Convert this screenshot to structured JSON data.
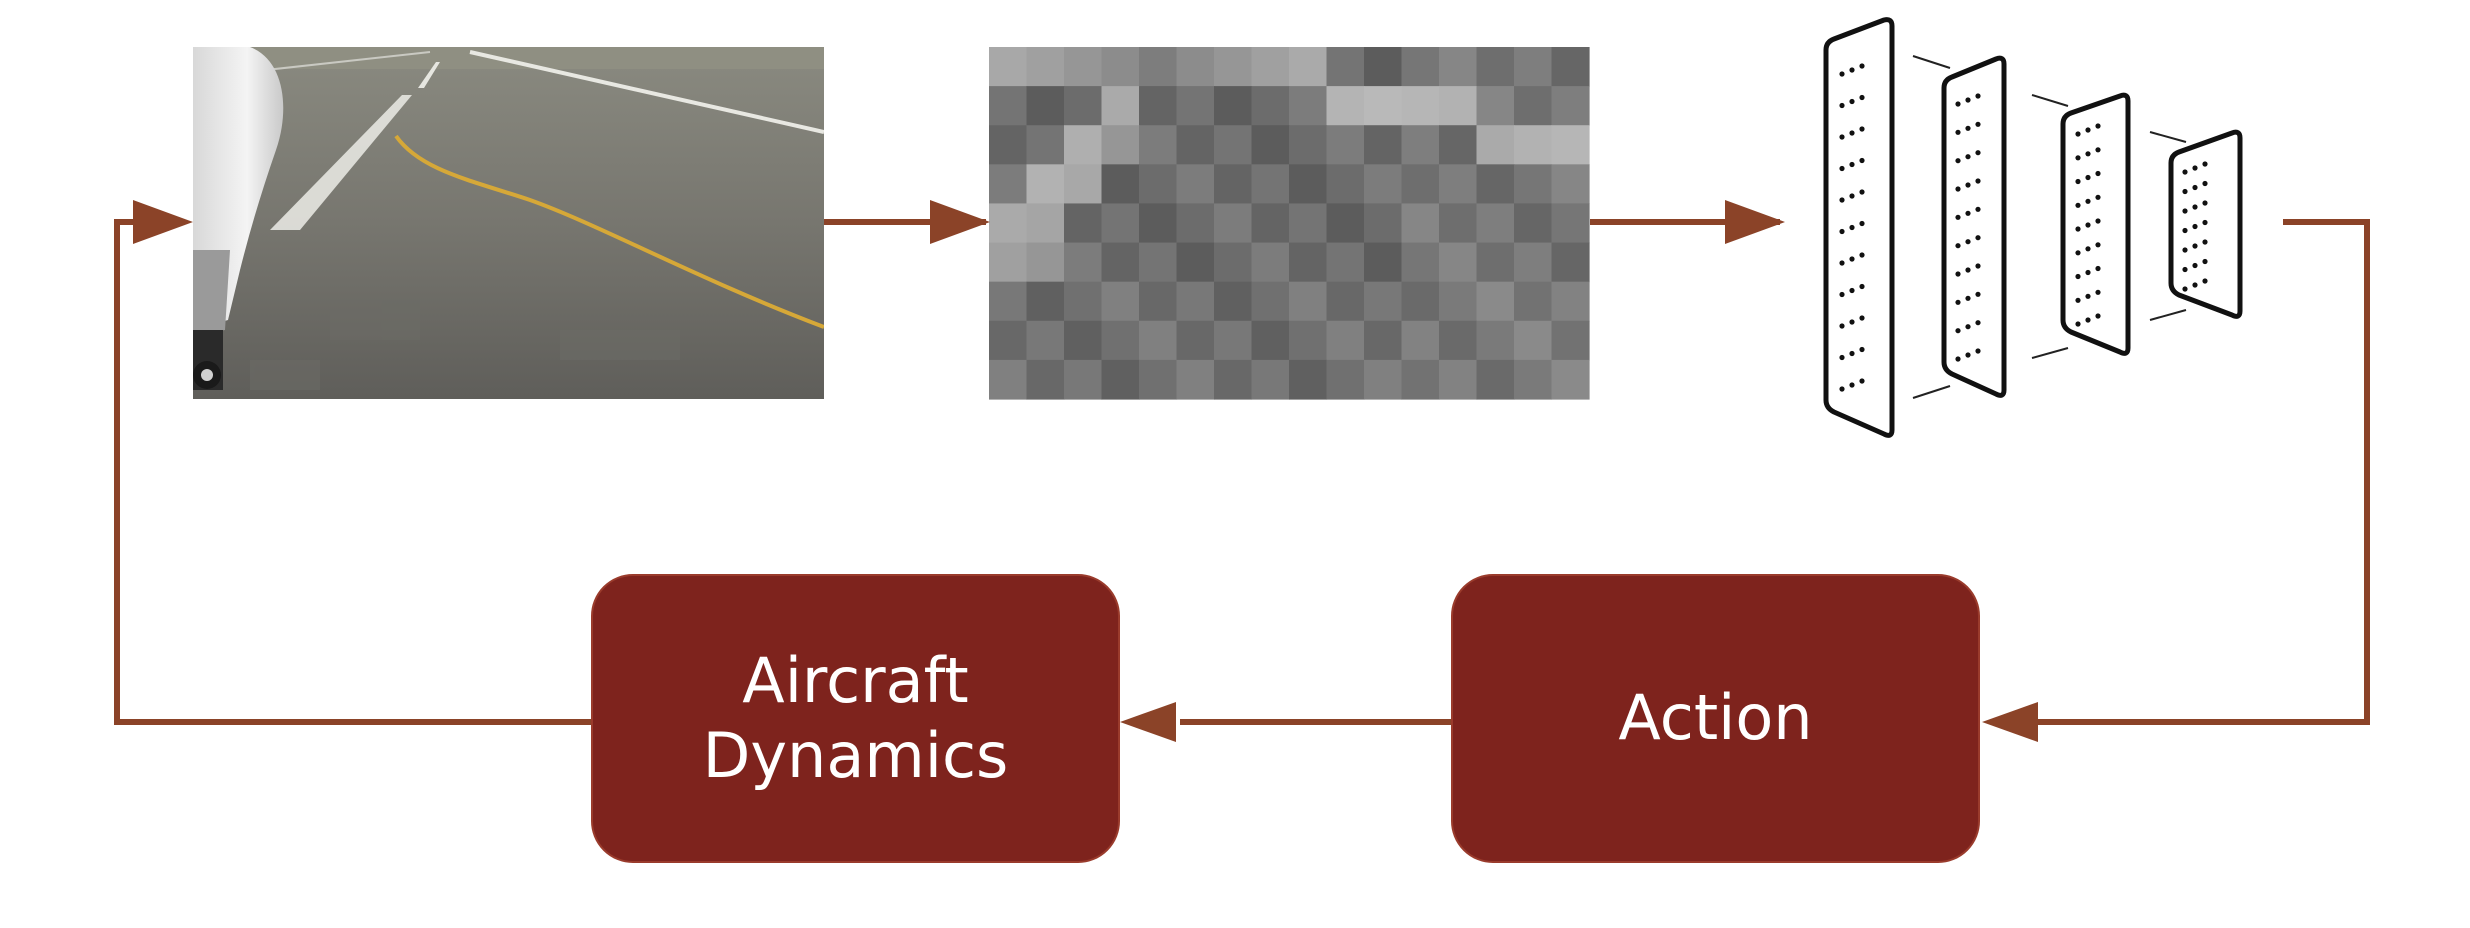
{
  "blocks": {
    "aircraft_dynamics": {
      "line1": "Aircraft",
      "line2": "Dynamics"
    },
    "action": {
      "label": "Action"
    }
  },
  "icons": {
    "camera_view": "runway-camera-image",
    "downsampled_view": "pixelated-grayscale-image",
    "neural_network": "neural-network-icon"
  },
  "colors": {
    "arrow": "#8b4328",
    "block_fill": "#7e231d",
    "block_text": "#ffffff",
    "centerline": "#d6a838"
  }
}
